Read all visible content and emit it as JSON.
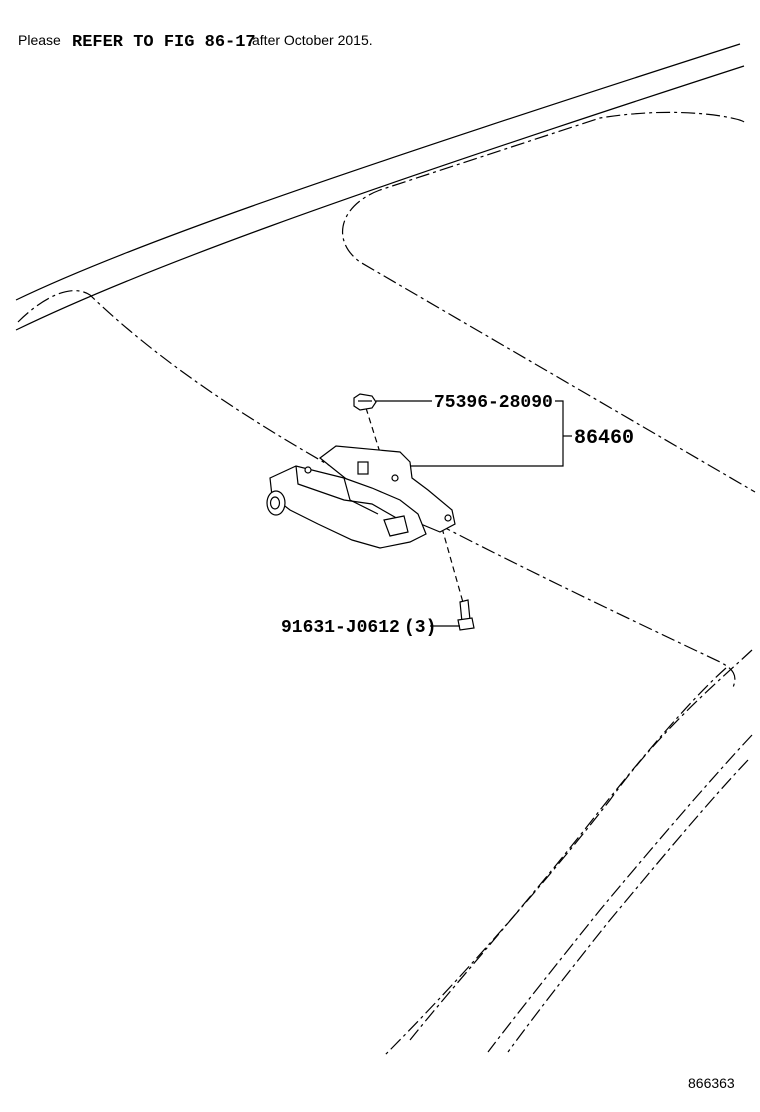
{
  "note": {
    "prefix": "Please",
    "ref": "REFER TO FIG 86-17",
    "suffix": "after October 2015."
  },
  "callouts": {
    "clip": {
      "part_number": "75396-28090"
    },
    "assembly": {
      "part_number": "86460"
    },
    "bolt": {
      "part_number": "91631-J0612",
      "quantity": "(3)"
    }
  },
  "figure_code": "866363"
}
